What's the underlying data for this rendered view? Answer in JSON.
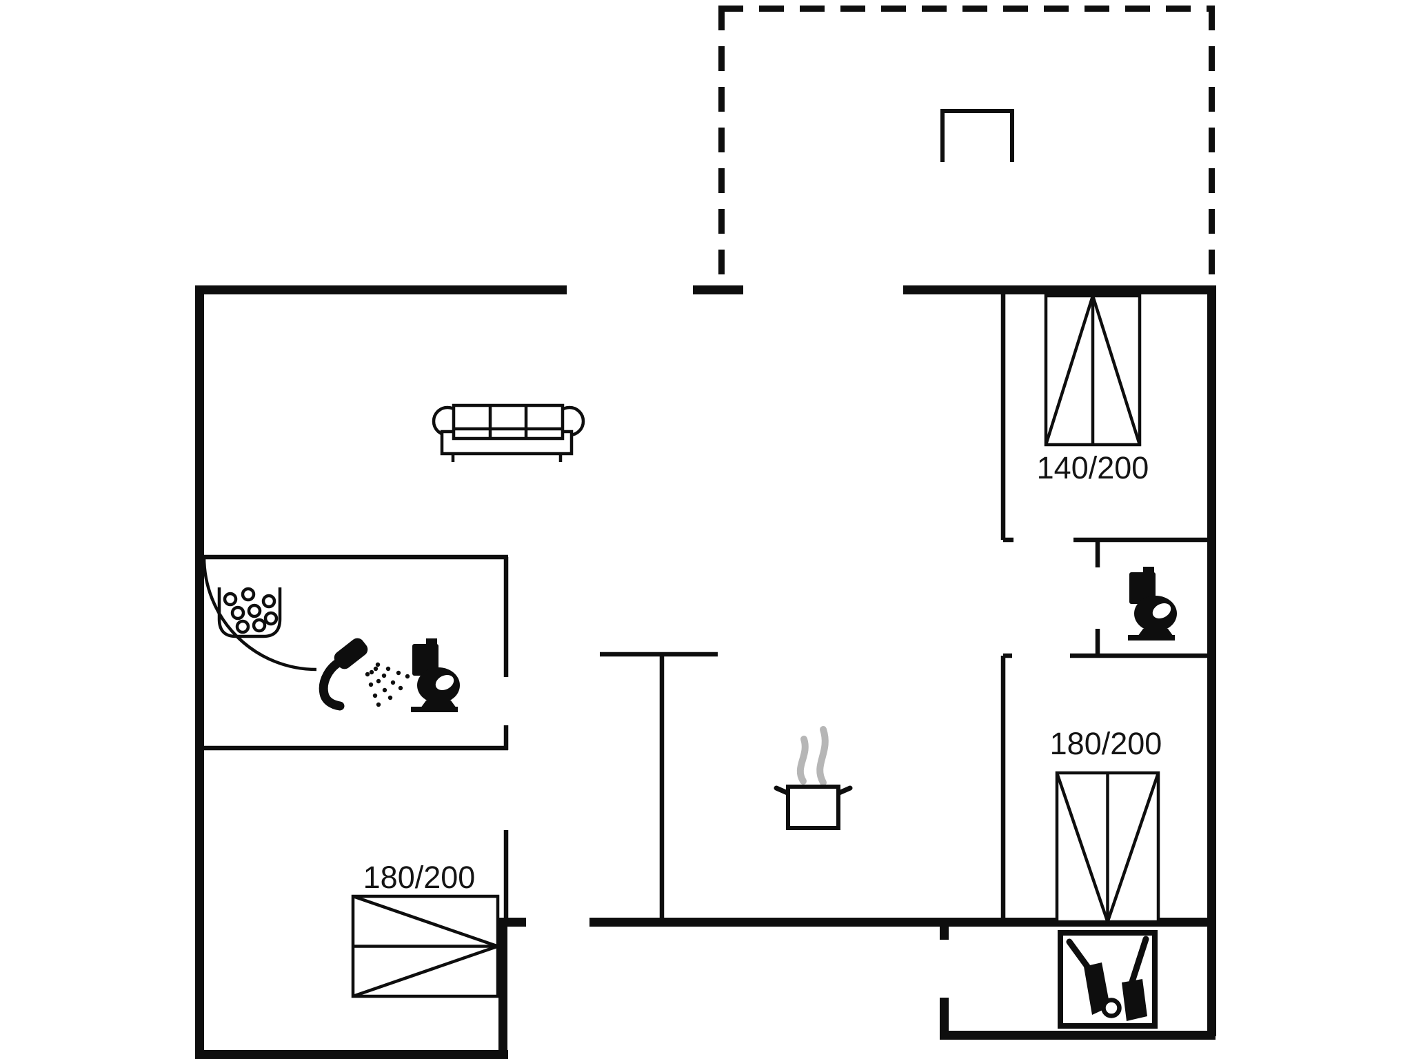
{
  "floorplan": {
    "background_color": "#ffffff",
    "line_color": "#0e0e0e",
    "steam_color": "#b6b6b6",
    "beds": [
      {
        "room": "bedroom-top-right",
        "size_label": "140/200"
      },
      {
        "room": "bedroom-bottom-right",
        "size_label": "180/200"
      },
      {
        "room": "bedroom-bottom-left",
        "size_label": "180/200"
      }
    ],
    "icons": [
      {
        "name": "sofa-icon",
        "room": "living-room"
      },
      {
        "name": "cooking-pot-icon",
        "room": "kitchen"
      },
      {
        "name": "steam-icon",
        "room": "kitchen"
      },
      {
        "name": "washbasin-icon",
        "room": "bathroom"
      },
      {
        "name": "shower-icon",
        "room": "bathroom"
      },
      {
        "name": "toilet-icon",
        "room": "bathroom"
      },
      {
        "name": "toilet-icon",
        "room": "toilet-room"
      },
      {
        "name": "grill-icon",
        "room": "terrace"
      },
      {
        "name": "fireplace-tools-icon",
        "room": "fireplace-nook"
      },
      {
        "name": "door-swing-arc",
        "room": "bathroom"
      }
    ],
    "terrace_style": "dashed-outline"
  }
}
